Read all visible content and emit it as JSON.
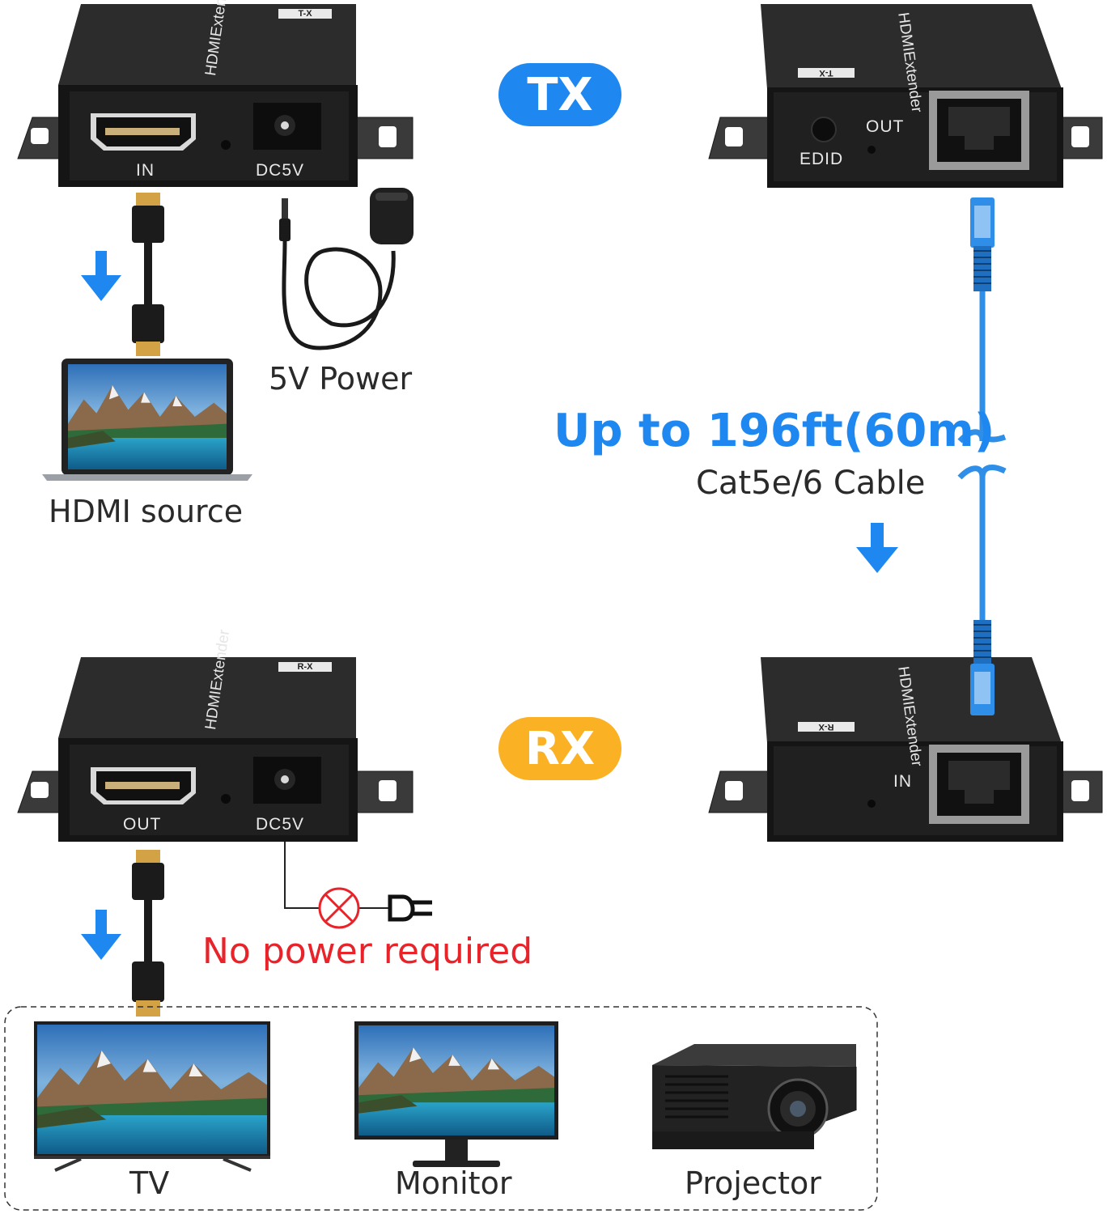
{
  "badges": {
    "tx": "TX",
    "rx": "RX",
    "tx_color": "#1e88f0",
    "rx_color": "#fbb124"
  },
  "devices": {
    "tx_front": {
      "brand": "HDMIExtender",
      "chip": "T-X",
      "port_left": "IN",
      "port_right": "DC5V"
    },
    "tx_back": {
      "brand": "HDMIExtender",
      "chip": "T-X",
      "button": "EDID",
      "port": "OUT"
    },
    "rx_front": {
      "brand": "HDMIExtender",
      "chip": "R-X",
      "port_left": "OUT",
      "port_right": "DC5V"
    },
    "rx_back": {
      "brand": "HDMIExtender",
      "chip": "R-X",
      "port": "IN"
    }
  },
  "labels": {
    "power": "5V Power",
    "source": "HDMI source",
    "distance": "Up to 196ft(60m)",
    "cable": "Cat5e/6 Cable",
    "no_power": "No power required"
  },
  "displays": {
    "tv": "TV",
    "monitor": "Monitor",
    "projector": "Projector"
  },
  "colors": {
    "accent_blue": "#1e88f0",
    "warning_red": "#e8232a",
    "cable_blue": "#2f8fe8"
  },
  "icons": [
    "arrow-down-icon",
    "no-power-icon",
    "plug-icon",
    "laptop-icon",
    "tv-icon",
    "monitor-icon",
    "projector-icon"
  ]
}
